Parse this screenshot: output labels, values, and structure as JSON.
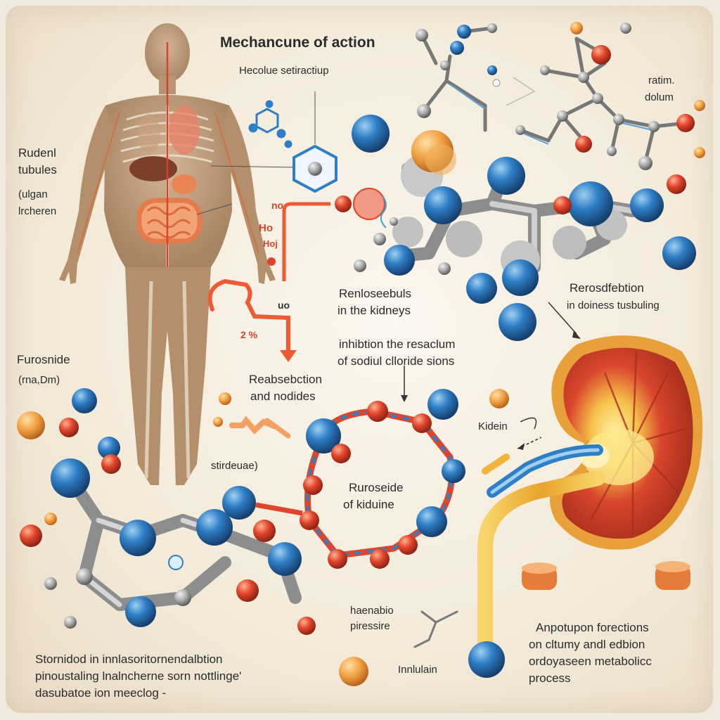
{
  "title": "Mechancune of action",
  "labels": {
    "hecolue": "Hecolue setiractiup",
    "rutubules_1": "Rudenl",
    "rutubules_2": "tubules",
    "orgen_1": "(ulgan",
    "orgen_2": "lrcheren",
    "ratim_1": "ratim.",
    "ratim_2": "dolum",
    "no_1": "no",
    "ho_1": "Ho",
    "ho_2": "Hoj",
    "uo": "uo",
    "pct": "2 %",
    "furosnide_1": "Furosnide",
    "furosnide_2": "(rna,Dm)",
    "reabsorb_1": "Renloseebuls",
    "reabsorb_2": "in the kidneys",
    "inhib_1": "inhibtion the resaclum",
    "inhib_2": "of sodiul clloride sions",
    "resorp_1": "Rerosdfebtion",
    "resorp_2": "in doiness tusbuling",
    "reabs_1": "Reabsebction",
    "reabs_2": "and nodides",
    "stirdeuae": "stirdeuae)",
    "kidein": "Kidein",
    "ruroseide_1": "Ruroseide",
    "ruroseide_2": "of kiduine",
    "haenabio_1": "haenabio",
    "haenabio_2": "piressire",
    "innlulain": "Innlulain",
    "anpotu_1": "Anpotupon forections",
    "anpotu_2": "on cltumy andl edbion",
    "anpotu_3": "ordoyaseen metabolicc",
    "anpotu_4": "process",
    "bottom_1": "Stornidod in innlasoritornendalbtion",
    "bottom_2": "pinoustaling lnalncherne sorn nottlinge'",
    "bottom_3": "dasubatoe ion meeclog -"
  },
  "colors": {
    "atom_blue": "#2f7fc6",
    "atom_red": "#e0442a",
    "atom_gray": "#a9a9a9",
    "kidney": "#e2553a",
    "tube_yellow": "#f2b43a",
    "arrow_red": "#f05a32"
  }
}
